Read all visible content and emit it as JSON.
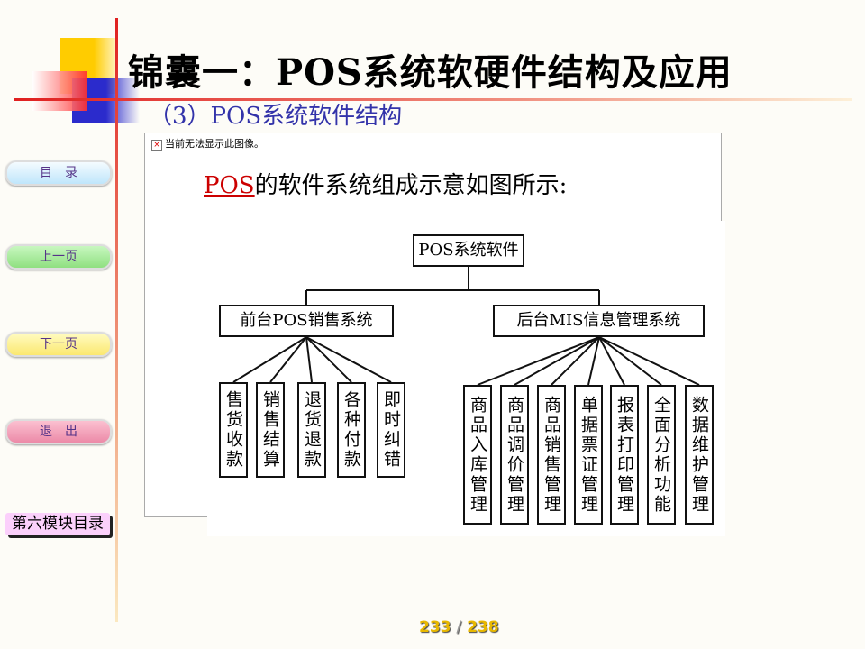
{
  "title": "锦囊一：POS系统软硬件结构及应用",
  "subtitle": "（3）POS系统软件结构",
  "image_error": "当前无法显示此图像。",
  "intro": {
    "pos": "POS",
    "rest": "的软件系统组成示意如图所示:"
  },
  "nav": {
    "toc": "目　录",
    "prev": "上一页",
    "next": "下一页",
    "exit": "退　出",
    "module_toc": "第六模块目录"
  },
  "diagram": {
    "root": "POS系统软件",
    "front": {
      "label": "前台POS销售系统",
      "children": [
        "售货收款",
        "销售结算",
        "退货退款",
        "各种付款",
        "即时纠错"
      ]
    },
    "back": {
      "label": "后台MIS信息管理系统",
      "children": [
        "商品入库管理",
        "商品调价管理",
        "商品销售管理",
        "单据票证管理",
        "报表打印管理",
        "全面分析功能",
        "数据维护管理"
      ]
    }
  },
  "page": {
    "current": "233",
    "total": "238",
    "sep": "/"
  }
}
